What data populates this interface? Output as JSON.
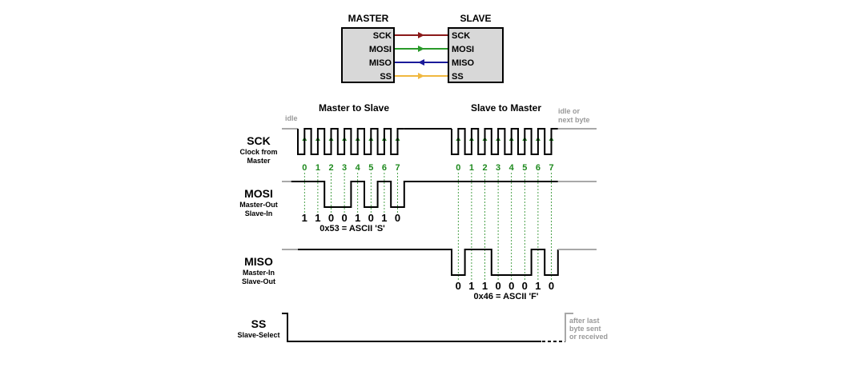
{
  "blocks": {
    "master_label": "MASTER",
    "slave_label": "SLAVE",
    "pins": [
      {
        "name": "SCK",
        "color": "#8b1a1a",
        "direction": "master-to-slave"
      },
      {
        "name": "MOSI",
        "color": "#2a9a2a",
        "direction": "master-to-slave"
      },
      {
        "name": "MISO",
        "color": "#1a1a9a",
        "direction": "slave-to-master"
      },
      {
        "name": "SS",
        "color": "#f0b840",
        "direction": "master-to-slave"
      }
    ]
  },
  "timing": {
    "phase_master_to_slave": "Master to Slave",
    "phase_slave_to_master": "Slave to Master",
    "idle_label": "idle",
    "idle_or_next_label_1": "idle or",
    "idle_or_next_label_2": "next byte",
    "after_last_1": "after last",
    "after_last_2": "byte sent",
    "after_last_3": "or received",
    "clock_indices": [
      "0",
      "1",
      "2",
      "3",
      "4",
      "5",
      "6",
      "7"
    ],
    "signals": {
      "sck": {
        "name": "SCK",
        "desc_1": "Clock from",
        "desc_2": "Master"
      },
      "mosi": {
        "name": "MOSI",
        "desc_1": "Master-Out",
        "desc_2": "Slave-In"
      },
      "miso": {
        "name": "MISO",
        "desc_1": "Master-In",
        "desc_2": "Slave-Out"
      },
      "ss": {
        "name": "SS",
        "desc_1": "Slave-Select"
      }
    },
    "mosi_bits": [
      "1",
      "1",
      "0",
      "0",
      "1",
      "0",
      "1",
      "0"
    ],
    "mosi_value": "0x53 = ASCII 'S'",
    "miso_bits": [
      "0",
      "1",
      "1",
      "0",
      "0",
      "0",
      "1",
      "0"
    ],
    "miso_value": "0x46 = ASCII 'F'"
  },
  "colors": {
    "green": "#1e8a1e",
    "grey": "#a8a8a8"
  }
}
